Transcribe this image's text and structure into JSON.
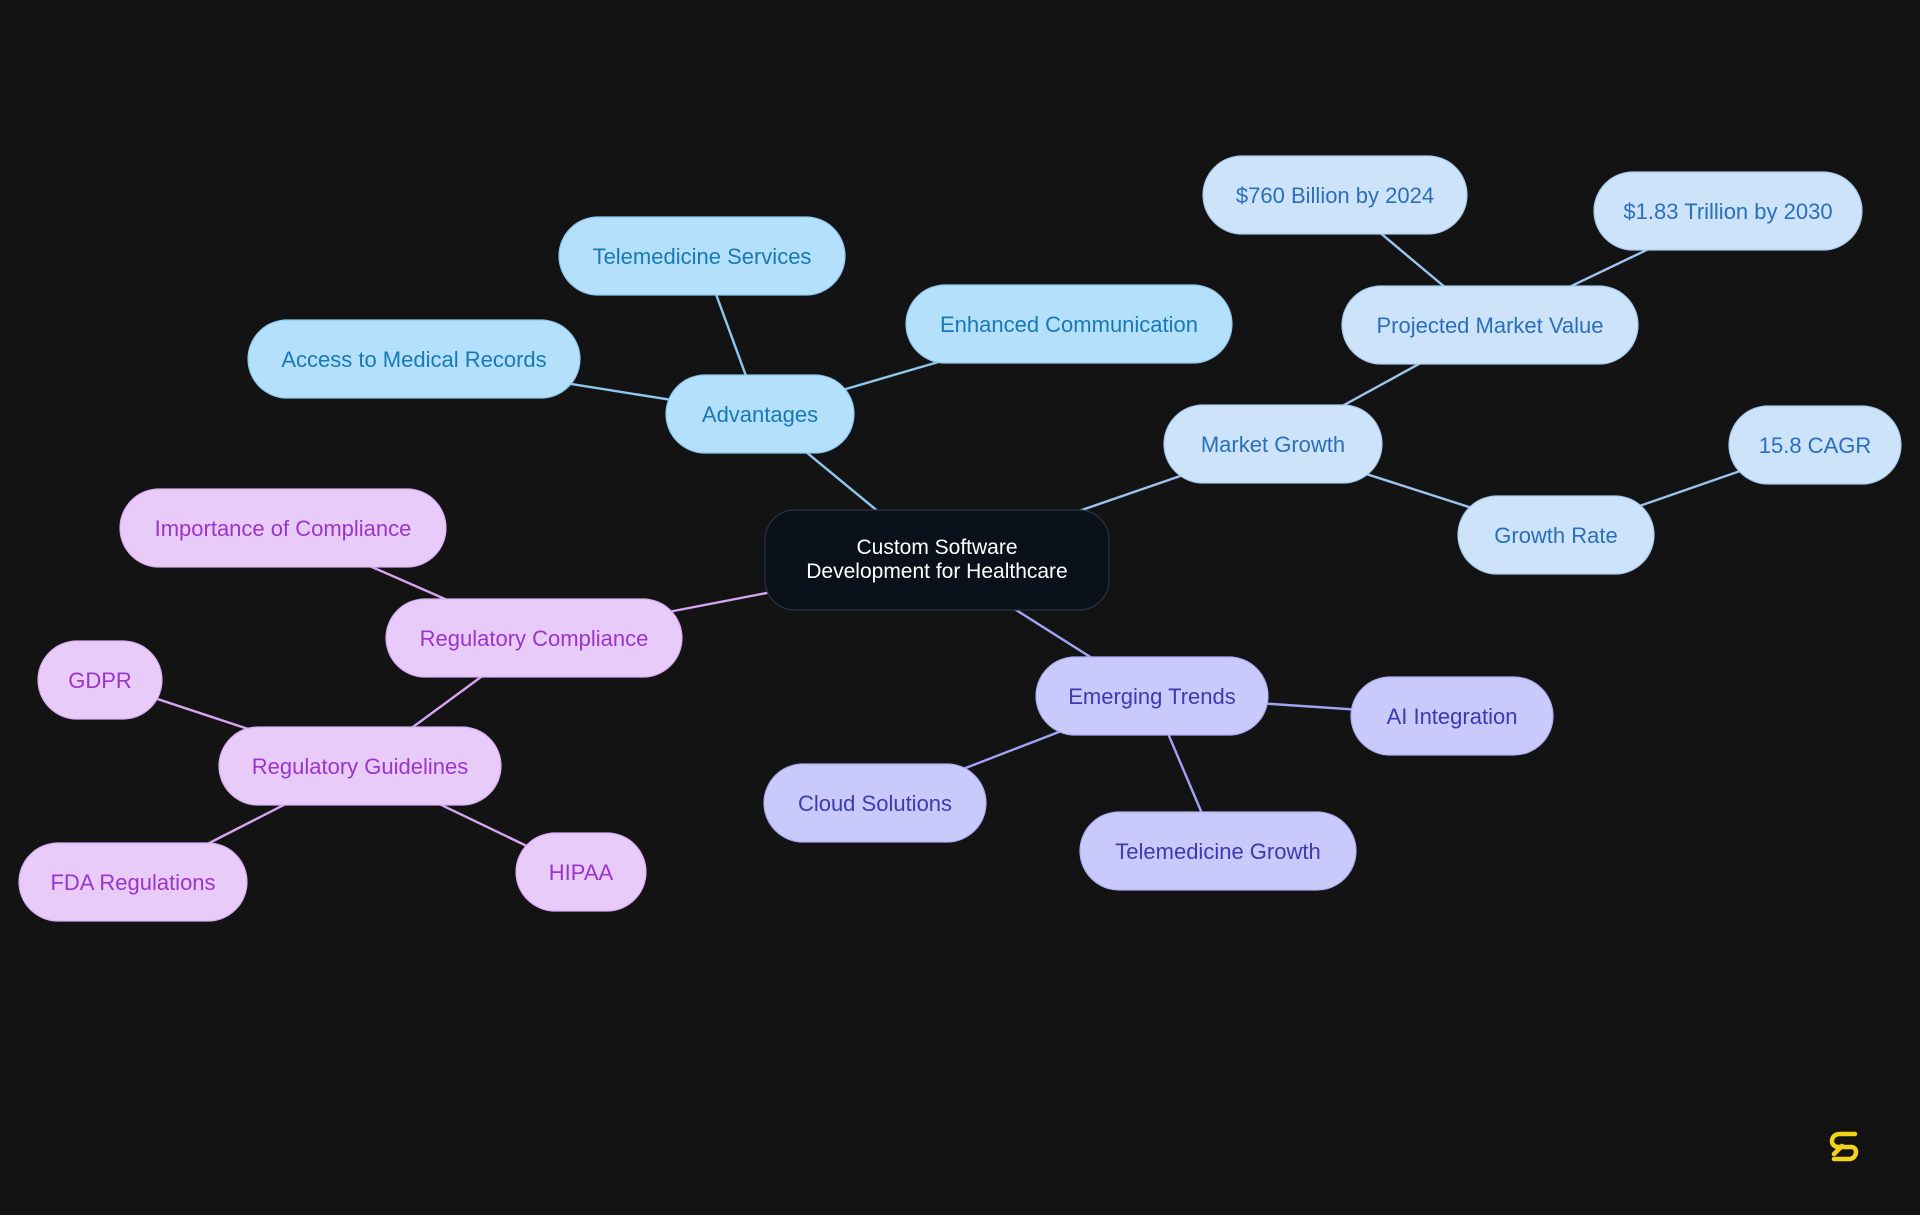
{
  "root": {
    "lines": [
      "Custom Software",
      "Development for Healthcare"
    ],
    "fill": "#0b111b",
    "stroke": "#2a3342",
    "text_color": "#ffffff"
  },
  "branches": [
    {
      "id": "advantages",
      "label": "Advantages",
      "fill": "#b4e0fb",
      "stroke": "#8ec8ef",
      "text_color": "#1779b5",
      "edge_color": "#8ec8ef",
      "children": [
        {
          "label": "Telemedicine Services"
        },
        {
          "label": "Access to Medical Records"
        },
        {
          "label": "Enhanced Communication"
        }
      ]
    },
    {
      "id": "market-growth",
      "label": "Market Growth",
      "fill": "#cce3fa",
      "stroke": "#a9cbef",
      "text_color": "#2b6fba",
      "edge_color": "#9dc4ef",
      "children": [
        {
          "label": "Projected Market Value",
          "children": [
            {
              "label": "$760 Billion by 2024"
            },
            {
              "label": "$1.83 Trillion by 2030"
            }
          ]
        },
        {
          "label": "Growth Rate",
          "children": [
            {
              "label": "15.8 CAGR"
            }
          ]
        }
      ]
    },
    {
      "id": "regulatory-compliance",
      "label": "Regulatory Compliance",
      "fill": "#e9cbfa",
      "stroke": "#d7aef3",
      "text_color": "#9a35c9",
      "edge_color": "#d7a4f2",
      "children": [
        {
          "label": "Importance of Compliance"
        },
        {
          "label": "Regulatory Guidelines",
          "children": [
            {
              "label": "GDPR"
            },
            {
              "label": "FDA Regulations"
            },
            {
              "label": "HIPAA"
            }
          ]
        }
      ]
    },
    {
      "id": "emerging-trends",
      "label": "Emerging Trends",
      "fill": "#c9c9fc",
      "stroke": "#aeaef4",
      "text_color": "#3b3bb0",
      "edge_color": "#a3a3f5",
      "children": [
        {
          "label": "AI Integration"
        },
        {
          "label": "Cloud Solutions"
        },
        {
          "label": "Telemedicine Growth"
        }
      ]
    }
  ],
  "logo": {
    "name": "brand-logo-icon",
    "color": "#f2d31c"
  }
}
